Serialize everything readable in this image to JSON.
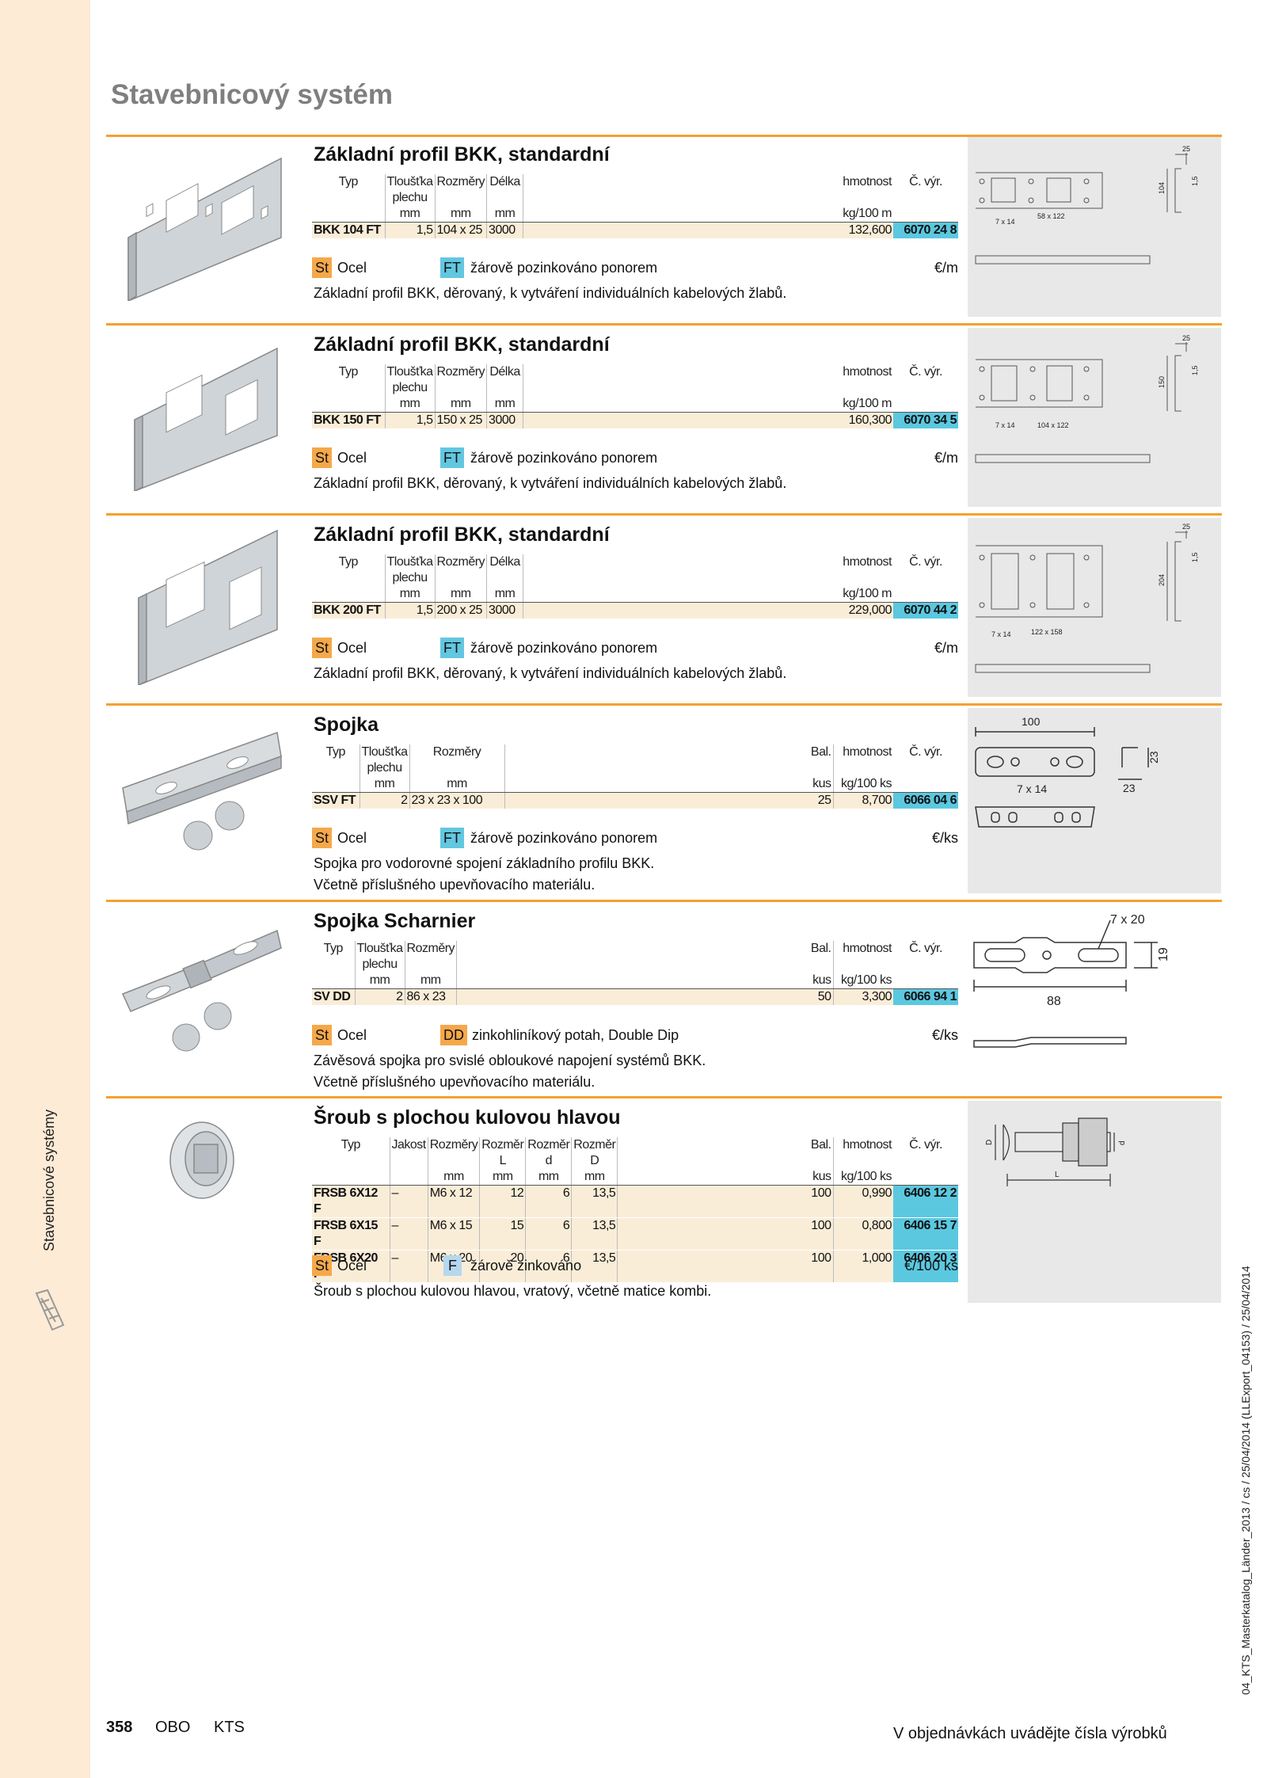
{
  "page_title": "Stavebnicový systém",
  "sidebar_label": "Stavebnicové systémy",
  "sections": [
    {
      "title": "Základní profil BKK, standardní",
      "headers": {
        "typ": "Typ",
        "tloustka": "Tloušťka",
        "tloustka2": "plechu",
        "rozmery": "Rozměry",
        "delka": "Délka",
        "hmotnost": "hmotnost",
        "cvyr": "Č. výr."
      },
      "units": {
        "tloustka": "mm",
        "rozmery": "mm",
        "delka": "mm",
        "hmotnost": "kg/100 m"
      },
      "rows": [
        {
          "typ": "BKK 104 FT",
          "tloustka": "1,5",
          "rozmery": "104 x 25",
          "delka": "3000",
          "hmotnost": "132,600",
          "cvyr": "6070 24 8"
        }
      ],
      "mat_tag": "St",
      "mat": "Ocel",
      "fin_tag": "FT",
      "fin": "žárově pozinkováno ponorem",
      "price_unit": "€/m",
      "desc": [
        "Základní profil BKK, děrovaný, k vytváření individuálních kabelových žlabů."
      ],
      "diagram": {
        "height": "104",
        "w1": "25",
        "w2": "1,5",
        "holes": "7 x 14",
        "slot": "58 x 122"
      }
    },
    {
      "title": "Základní profil BKK, standardní",
      "headers": {
        "typ": "Typ",
        "tloustka": "Tloušťka",
        "tloustka2": "plechu",
        "rozmery": "Rozměry",
        "delka": "Délka",
        "hmotnost": "hmotnost",
        "cvyr": "Č. výr."
      },
      "units": {
        "tloustka": "mm",
        "rozmery": "mm",
        "delka": "mm",
        "hmotnost": "kg/100 m"
      },
      "rows": [
        {
          "typ": "BKK 150 FT",
          "tloustka": "1,5",
          "rozmery": "150 x 25",
          "delka": "3000",
          "hmotnost": "160,300",
          "cvyr": "6070 34 5"
        }
      ],
      "mat_tag": "St",
      "mat": "Ocel",
      "fin_tag": "FT",
      "fin": "žárově pozinkováno ponorem",
      "price_unit": "€/m",
      "desc": [
        "Základní profil BKK, děrovaný, k vytváření individuálních kabelových žlabů."
      ],
      "diagram": {
        "height": "150",
        "w1": "25",
        "w2": "1,5",
        "holes": "7 x 14",
        "slot": "104 x 122"
      }
    },
    {
      "title": "Základní profil BKK, standardní",
      "headers": {
        "typ": "Typ",
        "tloustka": "Tloušťka",
        "tloustka2": "plechu",
        "rozmery": "Rozměry",
        "delka": "Délka",
        "hmotnost": "hmotnost",
        "cvyr": "Č. výr."
      },
      "units": {
        "tloustka": "mm",
        "rozmery": "mm",
        "delka": "mm",
        "hmotnost": "kg/100 m"
      },
      "rows": [
        {
          "typ": "BKK 200 FT",
          "tloustka": "1,5",
          "rozmery": "200 x 25",
          "delka": "3000",
          "hmotnost": "229,000",
          "cvyr": "6070 44 2"
        }
      ],
      "mat_tag": "St",
      "mat": "Ocel",
      "fin_tag": "FT",
      "fin": "žárově pozinkováno ponorem",
      "price_unit": "€/m",
      "desc": [
        "Základní profil BKK, děrovaný, k vytváření individuálních kabelových žlabů."
      ],
      "diagram": {
        "height": "204",
        "w1": "25",
        "w2": "1,5",
        "holes": "7 x 14",
        "slot": "122 x 158"
      }
    },
    {
      "title": "Spojka",
      "headers": {
        "typ": "Typ",
        "tloustka": "Tloušťka",
        "tloustka2": "plechu",
        "rozmery": "Rozměry",
        "bal": "Bal.",
        "hmotnost": "hmotnost",
        "cvyr": "Č. výr."
      },
      "units": {
        "tloustka": "mm",
        "rozmery": "mm",
        "bal": "kus",
        "hmotnost": "kg/100 ks"
      },
      "rows": [
        {
          "typ": "SSV FT",
          "tloustka": "2",
          "rozmery": "23 x 23 x 100",
          "bal": "25",
          "hmotnost": "8,700",
          "cvyr": "6066 04 6"
        }
      ],
      "mat_tag": "St",
      "mat": "Ocel",
      "fin_tag": "FT",
      "fin": "žárově pozinkováno ponorem",
      "price_unit": "€/ks",
      "desc": [
        "Spojka pro vodorovné spojení základního profilu BKK.",
        "Včetně příslušného upevňovacího materiálu."
      ],
      "diagram": {
        "length": "100",
        "holes": "7 x 14",
        "h": "23",
        "w": "23"
      }
    },
    {
      "title": "Spojka Scharnier",
      "headers": {
        "typ": "Typ",
        "tloustka": "Tloušťka",
        "tloustka2": "plechu",
        "rozmery": "Rozměry",
        "bal": "Bal.",
        "hmotnost": "hmotnost",
        "cvyr": "Č. výr."
      },
      "units": {
        "tloustka": "mm",
        "rozmery": "mm",
        "bal": "kus",
        "hmotnost": "kg/100 ks"
      },
      "rows": [
        {
          "typ": "SV DD",
          "tloustka": "2",
          "rozmery": "86 x 23",
          "bal": "50",
          "hmotnost": "3,300",
          "cvyr": "6066 94 1"
        }
      ],
      "mat_tag": "St",
      "mat": "Ocel",
      "fin_tag": "DD",
      "fin": "zinkohliníkový potah, Double Dip",
      "price_unit": "€/ks",
      "desc": [
        "Závěsová spojka pro svislé obloukové napojení systémů BKK.",
        "Včetně příslušného upevňovacího materiálu."
      ],
      "diagram": {
        "slot": "7 x 20",
        "h": "19",
        "length": "88"
      }
    },
    {
      "title": "Šroub s plochou kulovou hlavou",
      "headers": {
        "typ": "Typ",
        "jakost": "Jakost",
        "rozmery": "Rozměry",
        "rozmerL": "Rozměr",
        "rozmerL2": "L",
        "rozmerd": "Rozměr",
        "rozmerd2": "d",
        "rozmerD": "Rozměr",
        "rozmerD2": "D",
        "bal": "Bal.",
        "hmotnost": "hmotnost",
        "cvyr": "Č. výr."
      },
      "units": {
        "rozmery": "mm",
        "rozmerL": "mm",
        "rozmerd": "mm",
        "rozmerD": "mm",
        "bal": "kus",
        "hmotnost": "kg/100 ks"
      },
      "rows": [
        {
          "typ": "FRSB 6X12 F",
          "jakost": "–",
          "rozmery": "M6 x 12",
          "L": "12",
          "d": "6",
          "D": "13,5",
          "bal": "100",
          "hmotnost": "0,990",
          "cvyr": "6406 12 2"
        },
        {
          "typ": "FRSB 6X15 F",
          "jakost": "–",
          "rozmery": "M6 x 15",
          "L": "15",
          "d": "6",
          "D": "13,5",
          "bal": "100",
          "hmotnost": "0,800",
          "cvyr": "6406 15 7"
        },
        {
          "typ": "FRSB 6X20 F",
          "jakost": "–",
          "rozmery": "M6 x 20",
          "L": "20",
          "d": "6",
          "D": "13,5",
          "bal": "100",
          "hmotnost": "1,000",
          "cvyr": "6406 20 3"
        }
      ],
      "mat_tag": "St",
      "mat": "Ocel",
      "fin_tag": "F",
      "fin": "žárově zinkováno",
      "price_unit": "€/100 ks",
      "desc": [
        "Šroub s plochou kulovou hlavou, vratový, včetně matice kombi."
      ],
      "diagram": {
        "D": "D",
        "d": "d",
        "L": "L"
      }
    }
  ],
  "footer": {
    "page_num": "358",
    "brand": "OBO",
    "code": "KTS",
    "note": "V objednávkách uvádějte čísla výrobků",
    "vertical": "04_KTS_Masterkatalog_Länder_2013 / cs / 25/04/2014 (LLExport_04153) / 25/04/2014"
  }
}
